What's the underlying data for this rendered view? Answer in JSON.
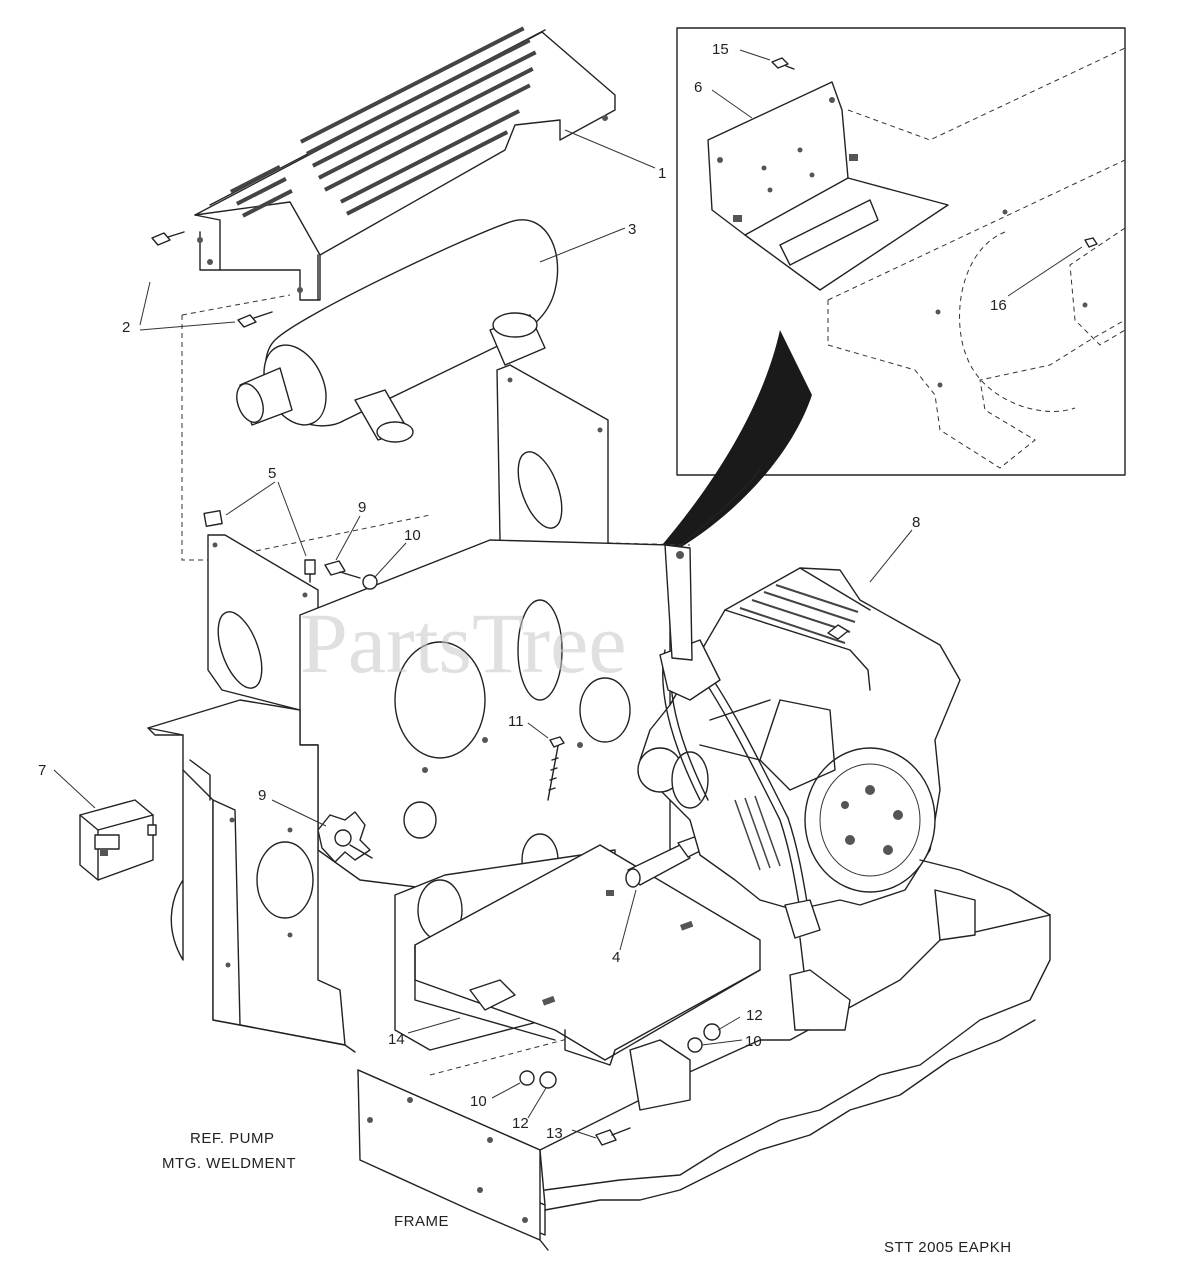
{
  "watermark": "PartsTree",
  "callouts": {
    "c1": "1",
    "c2": "2",
    "c3": "3",
    "c4": "4",
    "c5": "5",
    "c6": "6",
    "c7": "7",
    "c8": "8",
    "c9a": "9",
    "c9b": "9",
    "c10a": "10",
    "c10b": "10",
    "c10c": "10",
    "c11": "11",
    "c12a": "12",
    "c12b": "12",
    "c13": "13",
    "c14": "14",
    "c15": "15",
    "c16": "16"
  },
  "labels": {
    "ref_line1": "REF. PUMP",
    "ref_line2": "MTG. WELDMENT",
    "frame": "FRAME",
    "code": "STT 2005 EAPKH"
  }
}
